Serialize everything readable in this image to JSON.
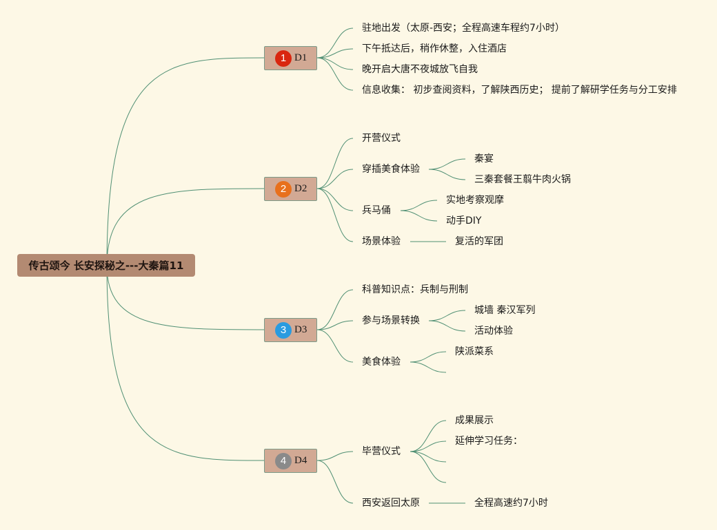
{
  "root": "传古颂今 长安探秘之---大秦篇11",
  "days": [
    {
      "label": "D1",
      "number": "1",
      "badge_color": "#d9260f",
      "items": [
        {
          "text": "驻地出发（太原-西安；全程高速车程约7小时）",
          "children": []
        },
        {
          "text": "下午抵达后，稍作休整，入住酒店",
          "children": []
        },
        {
          "text": "晚开启大唐不夜城放飞自我",
          "children": []
        },
        {
          "text": "信息收集： 初步查阅资料，了解陕西历史； 提前了解研学任务与分工安排",
          "children": []
        }
      ]
    },
    {
      "label": "D2",
      "number": "2",
      "badge_color": "#e8701c",
      "items": [
        {
          "text": "开营仪式",
          "children": []
        },
        {
          "text": "穿插美食体验",
          "children": [
            "秦宴",
            "三秦套餐王翦牛肉火锅"
          ]
        },
        {
          "text": "兵马俑",
          "children": [
            "实地考察观摩",
            "动手DIY"
          ]
        },
        {
          "text": "场景体验",
          "children": [
            "复活的军团"
          ]
        }
      ]
    },
    {
      "label": "D3",
      "number": "3",
      "badge_color": "#2a9be0",
      "items": [
        {
          "text": "科普知识点：兵制与刑制",
          "children": []
        },
        {
          "text": "参与场景转换",
          "children": [
            "城墙 秦汉军列",
            "活动体验"
          ]
        },
        {
          "text": "美食体验",
          "children": [
            "陕派菜系",
            ""
          ]
        }
      ]
    },
    {
      "label": "D4",
      "number": "4",
      "badge_color": "#8a8a8a",
      "items": [
        {
          "text": "毕营仪式",
          "children": [
            "成果展示",
            "延伸学习任务：",
            "",
            ""
          ]
        },
        {
          "text": "西安返回太原",
          "children": [
            "全程高速约7小时"
          ]
        }
      ]
    }
  ]
}
